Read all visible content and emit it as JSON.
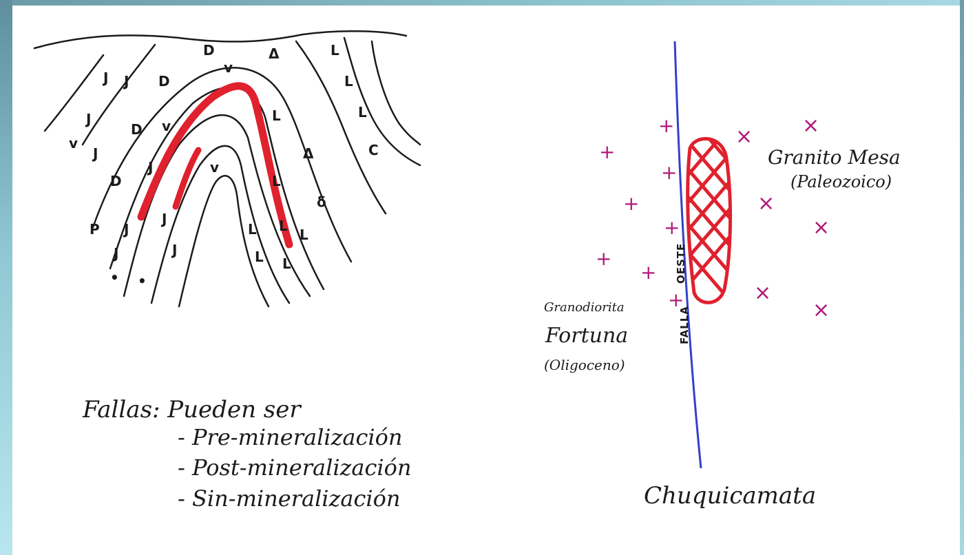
{
  "notes": {
    "title": "Fallas: Pueden ser",
    "items": [
      "- Pre-mineralización",
      "- Post-mineralización",
      "- Sin-mineralización"
    ]
  },
  "fault_sketch": {
    "granito_label": "Granito Mesa",
    "granito_age": "(Paleozoico)",
    "granodiorita_label": "Granodiorita",
    "fortuna_label": "Fortuna",
    "fortuna_age": "(Oligoceno)",
    "fault_name_part1": "FALLA",
    "fault_name_part2": "OESTE",
    "caption": "Chuquicamata"
  },
  "colors": {
    "ink": "#1b1b1b",
    "ore": "#e0212e",
    "fault": "#3340c9",
    "plus": "#b01a7a",
    "frame": "#8fc7d4"
  }
}
